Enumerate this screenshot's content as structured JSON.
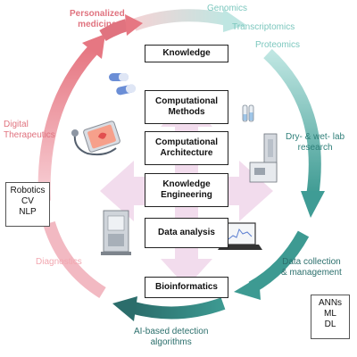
{
  "cycle_labels": {
    "personalized_medicine": "Personalized\nmedicine",
    "genomics": "Genomics",
    "transcriptomics": "Transcriptomics",
    "proteomics": "Proteomics",
    "dry_wet_lab": "Dry- & wet- lab\nresearch",
    "data_collection": "Data collection\n& management",
    "ai_detection": "AI-based detection\nalgorithms",
    "diagnostics": "Diagnostics",
    "digital_therapeutics": "Digital\nTherapeutics"
  },
  "center_stack": [
    "Knowledge",
    "Computational\nMethods",
    "Computational\nArchitecture",
    "Knowledge\nEngineering",
    "Data analysis",
    "Bioinformatics"
  ],
  "left_box": [
    "Robotics",
    "CV",
    "NLP"
  ],
  "right_box": [
    "ANNs",
    "ML",
    "DL"
  ],
  "colors": {
    "red": "#e0737f",
    "pink": "#f2b9c2",
    "teal_light": "#a6dcd6",
    "teal": "#3f9c95",
    "teal_dark": "#2b6f6c",
    "center_arrow": "#f0d6ea"
  },
  "icons": [
    "pill-capsules-icon",
    "tablet-stethoscope-icon",
    "test-tubes-icon",
    "lab-instrument-icon",
    "laptop-chart-icon",
    "lab-machine-icon"
  ]
}
